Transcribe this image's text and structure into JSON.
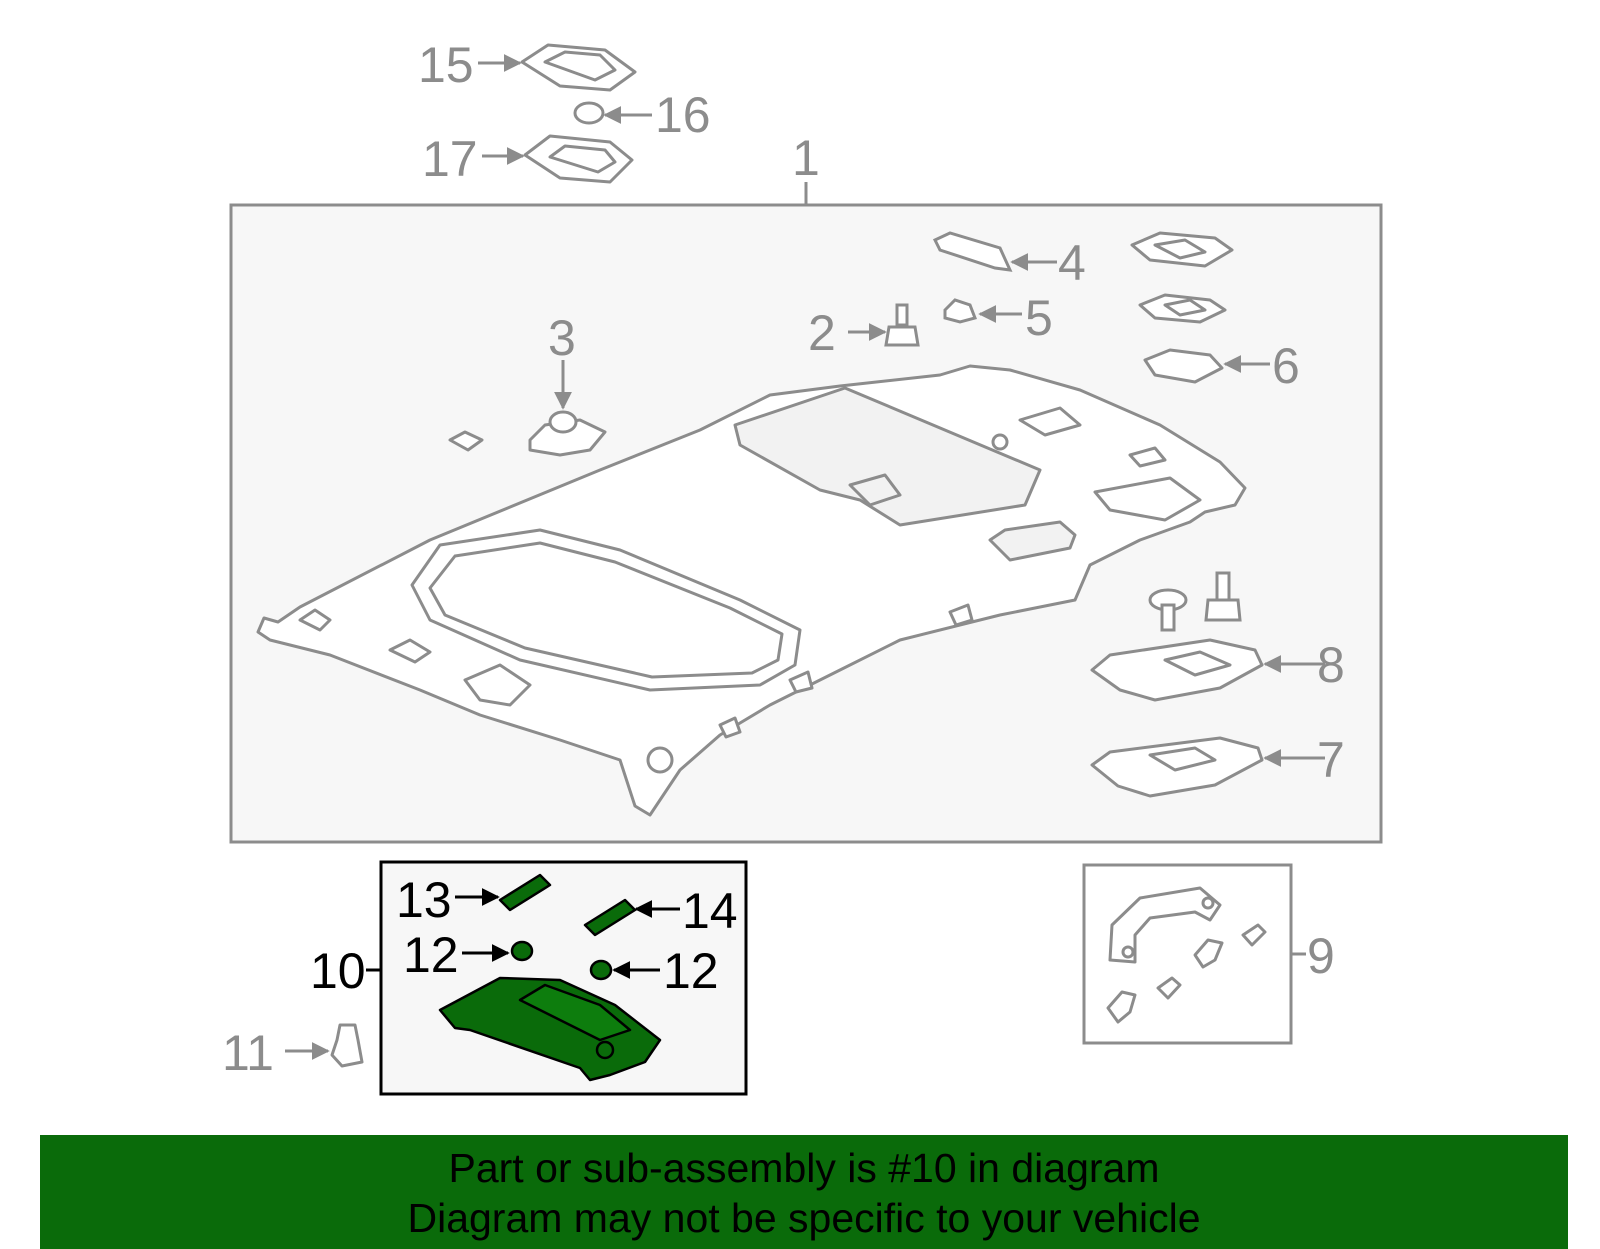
{
  "callouts": {
    "c1": "1",
    "c2": "2",
    "c3": "3",
    "c4": "4",
    "c5": "5",
    "c6": "6",
    "c7": "7",
    "c8": "8",
    "c9": "9",
    "c10": "10",
    "c11": "11",
    "c12a": "12",
    "c12b": "12",
    "c13": "13",
    "c14": "14",
    "c15": "15",
    "c16": "16",
    "c17": "17"
  },
  "banner": {
    "line1": "Part or sub-assembly is #10 in diagram",
    "line2": "Diagram may not be specific to your vehicle"
  },
  "colors": {
    "line_gray": "#8c8c8c",
    "highlight_green": "#0a6b0a",
    "banner_green": "#0a6b0a",
    "panel_fill": "#f7f7f7"
  }
}
